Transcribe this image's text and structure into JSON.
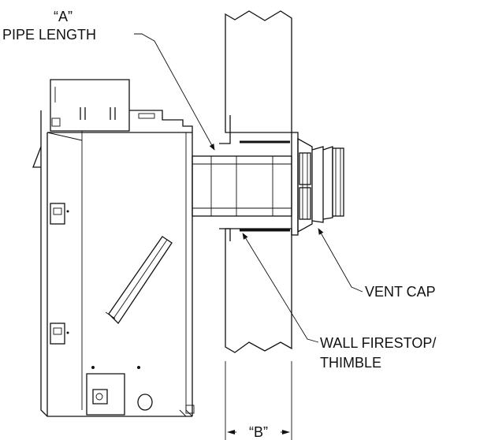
{
  "labels": {
    "a_quote": "“A”",
    "pipe_length": "PIPE LENGTH",
    "vent_cap": "VENT CAP",
    "firestop_line1": "WALL FIRESTOP/",
    "firestop_line2": "THIMBLE",
    "b_dim": "“B”"
  }
}
